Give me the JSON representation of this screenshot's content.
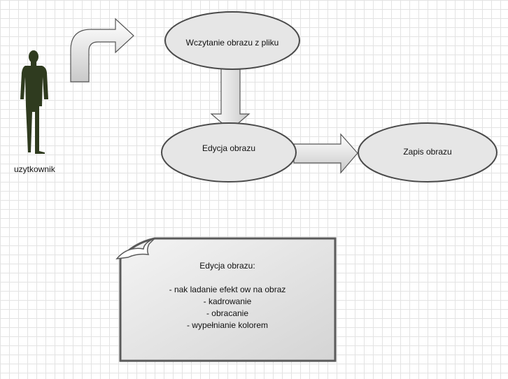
{
  "actor": {
    "label": "uzytkownik"
  },
  "nodes": {
    "load": "Wczytanie obrazu z pliku",
    "edit": "Edycja obrazu",
    "save": "Zapis obrazu"
  },
  "note": {
    "title": "Edycja obrazu:",
    "items": [
      "- nak ladanie efekt ow na obraz",
      "- kadrowanie",
      "- obracanie",
      "- wypełnianie kolorem"
    ]
  }
}
